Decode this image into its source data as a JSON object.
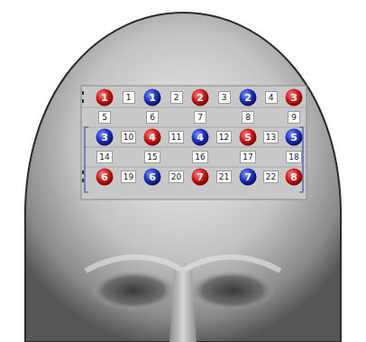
{
  "diagram": {
    "nodes": [
      {
        "text": [
          "1"
        ]
      },
      {
        "text": [
          "1"
        ]
      },
      {
        "text": [
          "1"
        ]
      },
      {
        "text": [
          "2"
        ]
      },
      {
        "text": [
          "2"
        ]
      },
      {
        "text": [
          "3"
        ]
      },
      {
        "text": [
          "2"
        ]
      },
      {
        "text": [
          "4"
        ]
      },
      {
        "text": [
          "3"
        ]
      },
      {
        "text": [
          "5"
        ]
      },
      {
        "text": [
          "6"
        ]
      },
      {
        "text": [
          "7"
        ]
      },
      {
        "text": [
          "8"
        ]
      },
      {
        "text": [
          "9"
        ]
      },
      {
        "text": [
          "3"
        ]
      },
      {
        "text": [
          "10"
        ]
      },
      {
        "text": [
          "4"
        ]
      },
      {
        "text": [
          "11"
        ]
      },
      {
        "text": [
          "4"
        ]
      },
      {
        "text": [
          "12"
        ]
      },
      {
        "text": [
          "5"
        ]
      },
      {
        "text": [
          "13"
        ]
      },
      {
        "text": [
          "5"
        ]
      },
      {
        "text": [
          "14"
        ]
      },
      {
        "text": [
          "15"
        ]
      },
      {
        "text": [
          "16"
        ]
      },
      {
        "text": [
          "17"
        ]
      },
      {
        "text": [
          "18"
        ]
      },
      {
        "text": [
          "6"
        ]
      },
      {
        "text": [
          "19"
        ]
      },
      {
        "text": [
          "6"
        ]
      },
      {
        "text": [
          "20"
        ]
      },
      {
        "text": [
          "7"
        ]
      },
      {
        "text": [
          "21"
        ]
      },
      {
        "text": [
          "7"
        ]
      },
      {
        "text": [
          "22"
        ]
      },
      {
        "text": [
          "8"
        ]
      }
    ]
  }
}
